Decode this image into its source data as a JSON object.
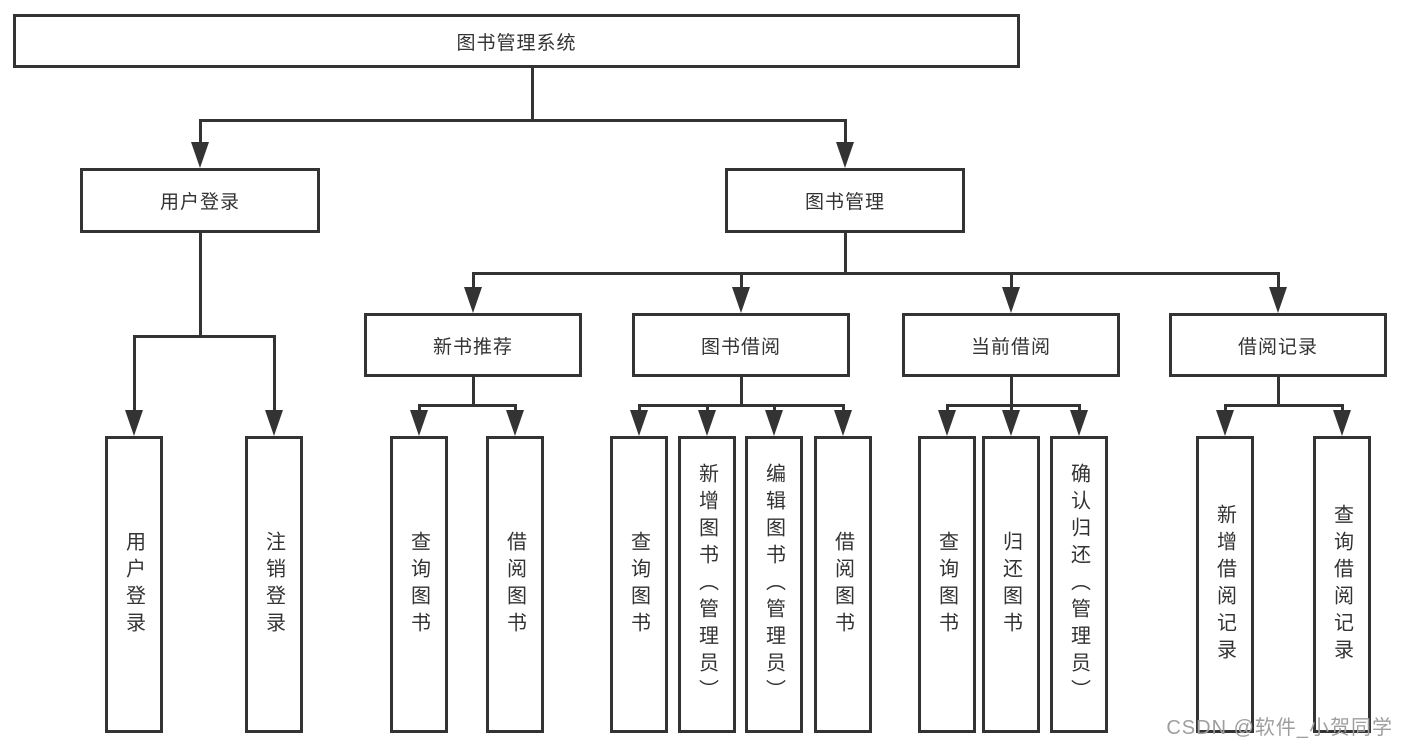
{
  "diagram": {
    "type": "hierarchy-tree",
    "root": {
      "label": "图书管理系统"
    },
    "level2": {
      "user_login": {
        "label": "用户登录"
      },
      "book_management": {
        "label": "图书管理"
      }
    },
    "level3": {
      "new_book_recommend": {
        "label": "新书推荐",
        "parent": "图书管理"
      },
      "book_borrowing": {
        "label": "图书借阅",
        "parent": "图书管理"
      },
      "current_borrowing": {
        "label": "当前借阅",
        "parent": "图书管理"
      },
      "borrowing_records": {
        "label": "借阅记录",
        "parent": "图书管理"
      }
    },
    "leaves": {
      "user_login_leaf": {
        "label": "用户登录",
        "parent": "用户登录"
      },
      "logout_leaf": {
        "label": "注销登录",
        "parent": "用户登录"
      },
      "nbr_query_books": {
        "label": "查询图书",
        "parent": "新书推荐"
      },
      "nbr_borrow_books": {
        "label": "借阅图书",
        "parent": "新书推荐"
      },
      "bb_query_books": {
        "label": "查询图书",
        "parent": "图书借阅"
      },
      "bb_add_books_admin": {
        "label": "新增图书（管理员）",
        "parent": "图书借阅"
      },
      "bb_edit_books_admin": {
        "label": "编辑图书（管理员）",
        "parent": "图书借阅"
      },
      "bb_borrow_books": {
        "label": "借阅图书",
        "parent": "图书借阅"
      },
      "cb_query_books": {
        "label": "查询图书",
        "parent": "当前借阅"
      },
      "cb_return_books": {
        "label": "归还图书",
        "parent": "当前借阅"
      },
      "cb_confirm_return_admin": {
        "label": "确认归还（管理员）",
        "parent": "当前借阅"
      },
      "br_add_record": {
        "label": "新增借阅记录",
        "parent": "借阅记录"
      },
      "br_query_record": {
        "label": "查询借阅记录",
        "parent": "借阅记录"
      }
    }
  },
  "watermark": {
    "text": "CSDN @软件_小贺同学"
  },
  "colors": {
    "line": "#333333",
    "text": "#333333",
    "box_background": "#ffffff",
    "page_background": "#ffffff",
    "watermark": "#9e9e9e"
  }
}
